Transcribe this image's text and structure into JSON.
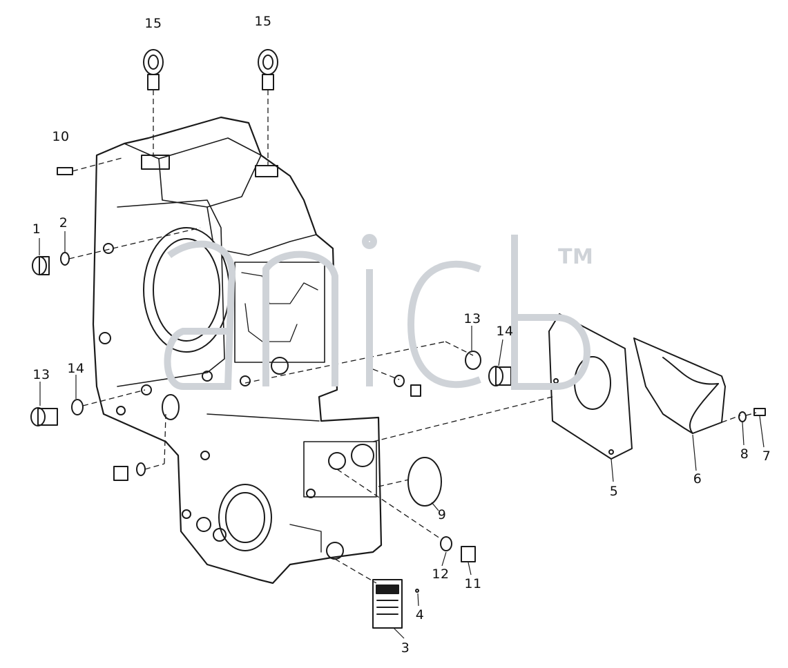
{
  "watermark": {
    "mark": "TM",
    "color": "#cfd3d8"
  },
  "callouts": [
    {
      "id": "c15a",
      "text": "15"
    },
    {
      "id": "c15b",
      "text": "15"
    },
    {
      "id": "c10",
      "text": "10"
    },
    {
      "id": "c1",
      "text": "1"
    },
    {
      "id": "c2",
      "text": "2"
    },
    {
      "id": "c13a",
      "text": "13"
    },
    {
      "id": "c14a",
      "text": "14"
    },
    {
      "id": "c13b",
      "text": "13"
    },
    {
      "id": "c14b",
      "text": "14"
    },
    {
      "id": "c5",
      "text": "5"
    },
    {
      "id": "c6",
      "text": "6"
    },
    {
      "id": "c8",
      "text": "8"
    },
    {
      "id": "c7",
      "text": "7"
    },
    {
      "id": "c9",
      "text": "9"
    },
    {
      "id": "c12",
      "text": "12"
    },
    {
      "id": "c11",
      "text": "11"
    },
    {
      "id": "c4",
      "text": "4"
    },
    {
      "id": "c3",
      "text": "3"
    }
  ]
}
